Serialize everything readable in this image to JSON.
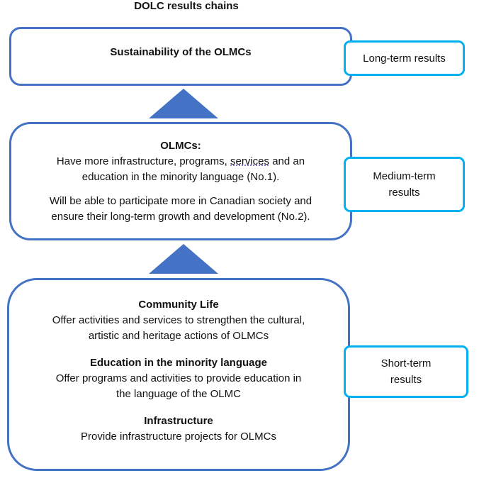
{
  "title": "DOLC results chains",
  "long_term": {
    "heading": "Sustainability of the OLMCs",
    "label": "Long-term results"
  },
  "medium_term": {
    "heading": "OLMCs:",
    "line1_pre": "Have more infrastructure, programs, ",
    "line1_underlined": "services",
    "line1_post": " and an",
    "line2": "education in the minority language (No.1).",
    "para2_line1": "Will be able to participate more in Canadian society and",
    "para2_line2": "ensure their long-term growth and development (No.2).",
    "label": "Medium-term results"
  },
  "short_term": {
    "items": [
      {
        "heading": "Community Life",
        "text1": "Offer activities and services to strengthen the cultural,",
        "text2": "artistic and heritage actions of OLMCs"
      },
      {
        "heading": "Education in the minority language",
        "text1": "Offer programs and activities to provide education in",
        "text2": "the language of the OLMC"
      },
      {
        "heading": "Infrastructure",
        "text1": "Provide infrastructure projects for OLMCs"
      }
    ],
    "label": "Short-term results"
  },
  "colors": {
    "main_border": "#4472C4",
    "side_border": "#00B0F0",
    "arrow": "#4472C4"
  }
}
